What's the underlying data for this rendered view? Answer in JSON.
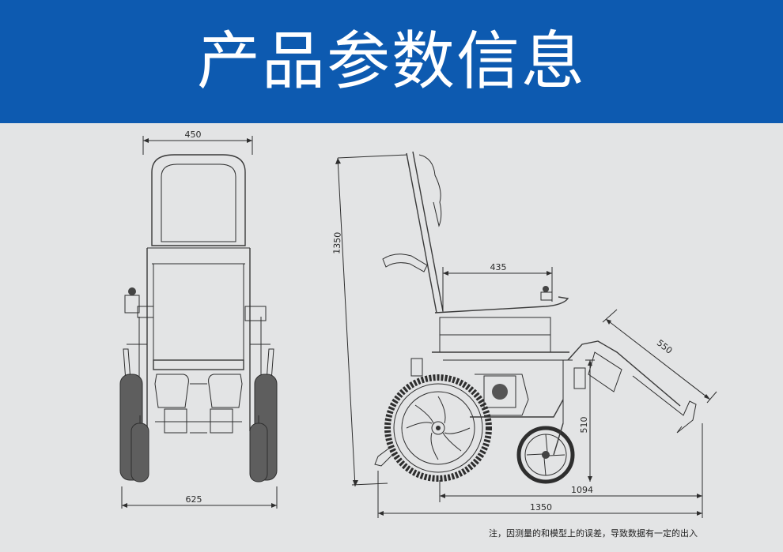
{
  "header": {
    "title": "产品参数信息"
  },
  "dimensions": {
    "front_width": "450",
    "front_wheelbase": "625",
    "side_height": "1350",
    "side_seat_depth": "435",
    "side_footrest": "550",
    "side_seat_height": "510",
    "side_wheel_length": "1094",
    "side_total_length": "1350"
  },
  "footer": {
    "note": "注，因测量的和模型上的误差，导致数据有一定的出入"
  },
  "colors": {
    "banner": "#0d5ab0",
    "background": "#e3e4e5",
    "line": "#2e2e2e"
  }
}
